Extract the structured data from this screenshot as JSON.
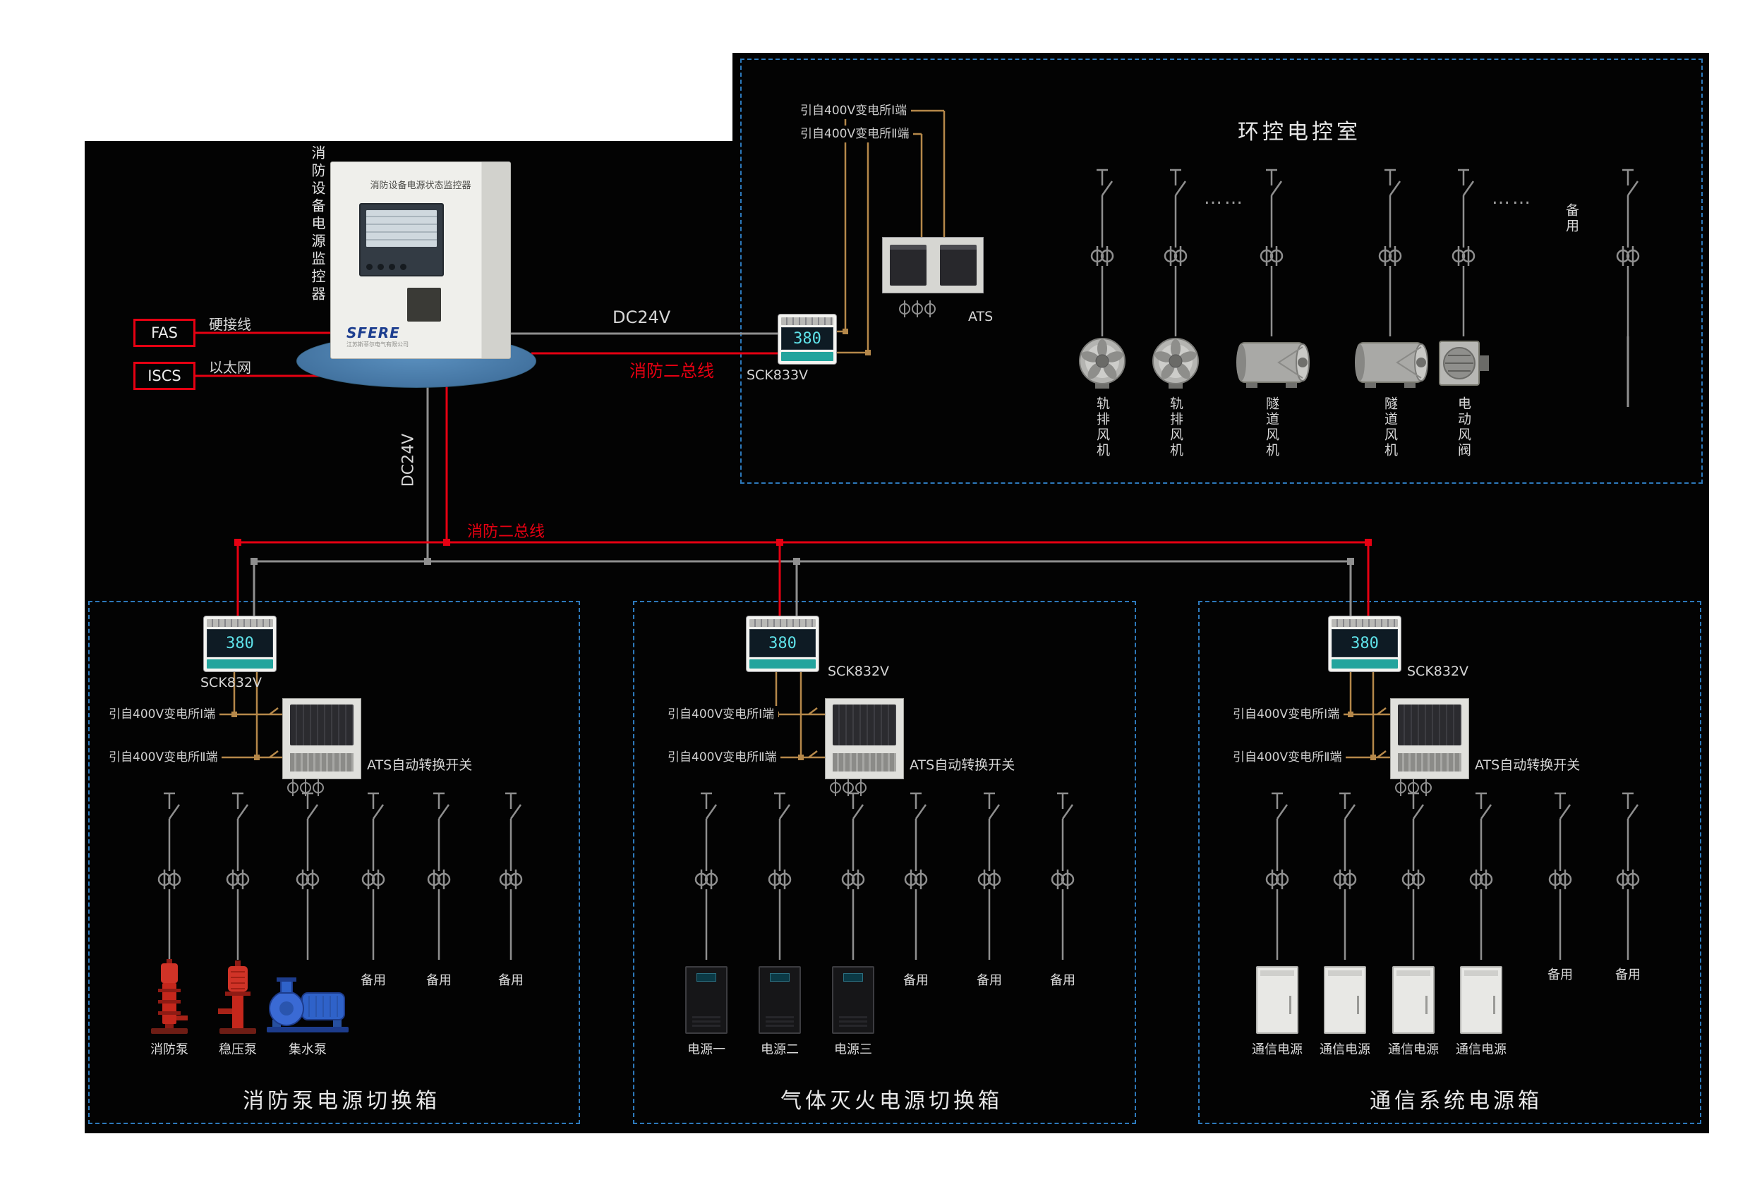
{
  "colors": {
    "panel_bg": "#030303",
    "dashed_border": "#2d79bb",
    "bus_red": "#e60012",
    "wire_gray": "#8f8f8f",
    "wire_tan": "#b5884a",
    "meter_display_teal": "#5fe3ea",
    "platform_blue": "#41719e",
    "brand_blue": "#1d3e8f"
  },
  "monitor": {
    "vertical_label": "消防设备电源监控器",
    "cabinet_title": "消防设备电源状态监控器",
    "brand": "SFERE",
    "brand_sub": "江苏斯菲尔电气有限公司"
  },
  "io": {
    "fas": "FAS",
    "iscs": "ISCS",
    "fas_link": "硬接线",
    "iscs_link": "以太网"
  },
  "bus": {
    "dc24v_h": "DC24V",
    "fire_h": "消防二总线",
    "dc24v_v": "DC24V",
    "fire_v": "消防二总线"
  },
  "env": {
    "title": "环控电控室",
    "feed1": "引自400V变电所Ⅰ端",
    "feed2": "引自400V变电所Ⅱ端",
    "meter": "SCK833V",
    "meter_display": "380",
    "ats": "ATS",
    "dots1": "……",
    "dots2": "……",
    "fans": [
      "轨排风机",
      "轨排风机",
      "隧道风机",
      "隧道风机",
      "电动风阀"
    ],
    "spare": "备用"
  },
  "boxes": [
    {
      "title": "消防泵电源切换箱",
      "meter": "SCK832V",
      "meter_display": "380",
      "feed1": "引自400V变电所Ⅰ端",
      "feed2": "引自400V变电所Ⅱ端",
      "ats": "ATS自动转换开关",
      "devices": [
        "消防泵",
        "稳压泵",
        "集水泵"
      ],
      "spares": [
        "备用",
        "备用",
        "备用"
      ]
    },
    {
      "title": "气体灭火电源切换箱",
      "meter": "SCK832V",
      "meter_display": "380",
      "feed1": "引自400V变电所Ⅰ端",
      "feed2": "引自400V变电所Ⅱ端",
      "ats": "ATS自动转换开关",
      "devices": [
        "电源一",
        "电源二",
        "电源三"
      ],
      "spares": [
        "备用",
        "备用",
        "备用"
      ]
    },
    {
      "title": "通信系统电源箱",
      "meter": "SCK832V",
      "meter_display": "380",
      "feed1": "引自400V变电所Ⅰ端",
      "feed2": "引自400V变电所Ⅱ端",
      "ats": "ATS自动转换开关",
      "devices": [
        "通信电源",
        "通信电源",
        "通信电源",
        "通信电源"
      ],
      "spares": [
        "备用",
        "备用"
      ]
    }
  ]
}
